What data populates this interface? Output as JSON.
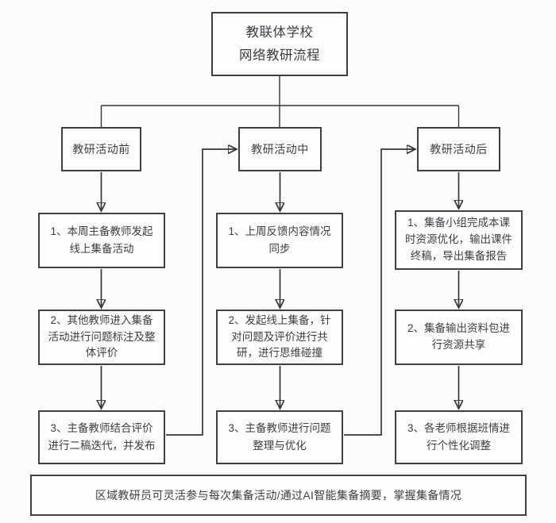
{
  "flowchart": {
    "title": "教联体学校\n网络教研流程",
    "columns": [
      {
        "header": "教研活动前",
        "steps": [
          "1、本周主备教师发起\n线上集备活动",
          "2、其他教师进入集备\n活动进行问题标注及整\n体评价",
          "3、主备教师结合评价\n进行二稿迭代，并发布"
        ]
      },
      {
        "header": "教研活动中",
        "steps": [
          "1、上周反馈内容情况\n同步",
          "2、发起线上集备，针\n对问题及评价进行共\n研，进行思维碰撞",
          "3、主备教师进行问题\n整理与优化"
        ]
      },
      {
        "header": "教研活动后",
        "steps": [
          "1、集备小组完成本课\n时资源优化，输出课件\n终稿，导出集备报告",
          "2、集备输出资料包进\n行资源共享",
          "3、各老师根据班情进\n行个性化调整"
        ]
      }
    ],
    "footer": "区域教研员可灵活参与每次集备活动/通过AI智能集备摘要，掌握集备情况",
    "colors": {
      "box_border": "#3d4045",
      "line": "#33363a",
      "arrowhead": "#1f2123",
      "text": "#3a3d42",
      "background": "#fcfcfc"
    }
  }
}
